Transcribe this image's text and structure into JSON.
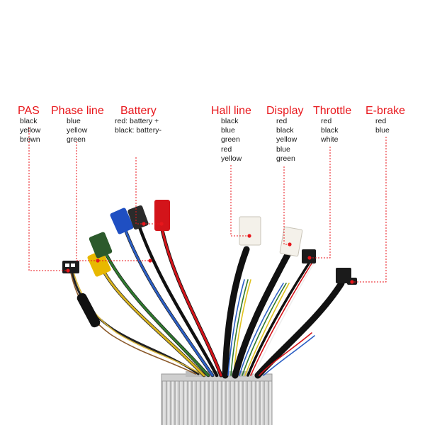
{
  "colors": {
    "accent": "#e8161b",
    "text": "#1a1a1a"
  },
  "labels": {
    "pas": {
      "title": "PAS",
      "wires": [
        "black",
        "yellow",
        "brown"
      ]
    },
    "phase_line": {
      "title": "Phase line",
      "wires": [
        "blue",
        "yellow",
        "green"
      ]
    },
    "battery": {
      "title": "Battery",
      "wires": [
        "red: battery +",
        "black: battery-"
      ]
    },
    "hall_line": {
      "title": "Hall line",
      "wires": [
        "black",
        "blue",
        "green",
        "red",
        "yellow"
      ]
    },
    "display": {
      "title": "Display",
      "wires": [
        "red",
        "black",
        "yellow",
        "blue",
        "green"
      ]
    },
    "throttle": {
      "title": "Throttle",
      "wires": [
        "red",
        "black",
        "white"
      ]
    },
    "ebrake": {
      "title": "E-brake",
      "wires": [
        "red",
        "blue"
      ]
    }
  }
}
